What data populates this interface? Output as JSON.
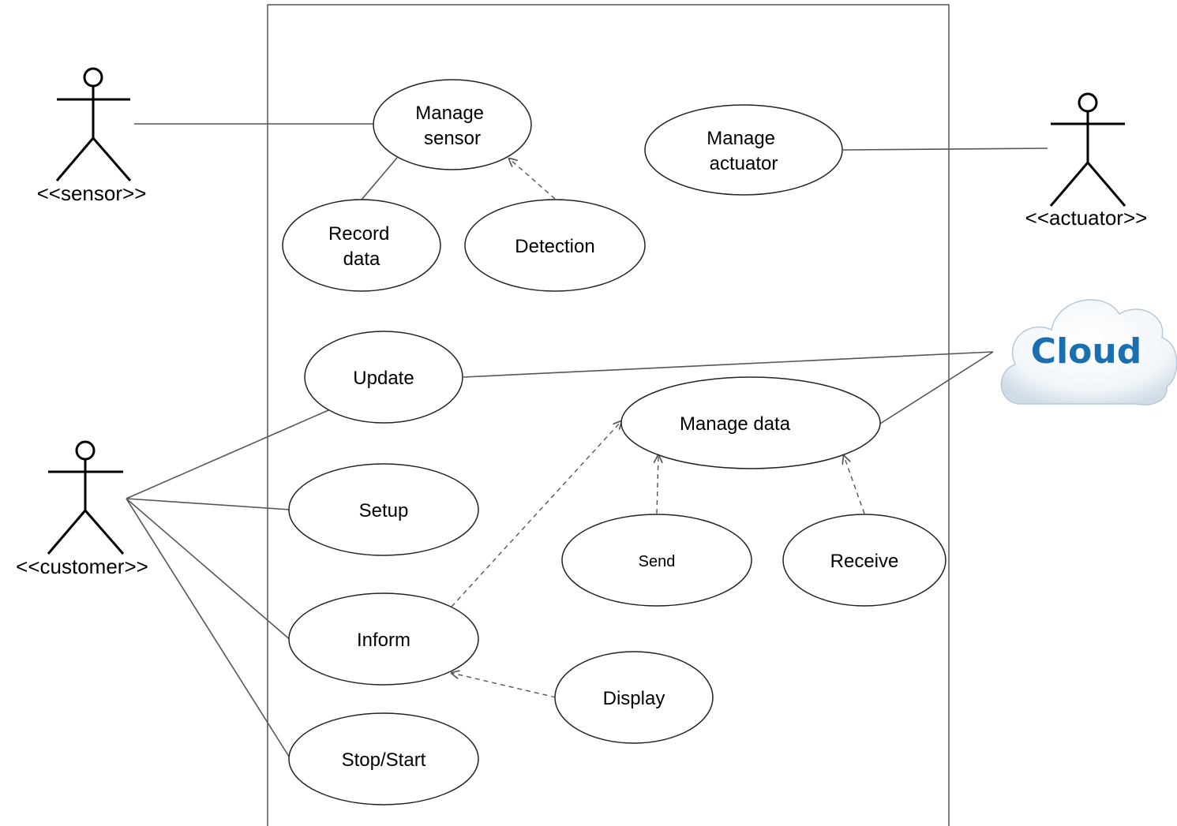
{
  "actors": {
    "sensor": "<<sensor>>",
    "actuator": "<<actuator>>",
    "customer": "<<customer>>",
    "cloud": "Cloud"
  },
  "use_cases": {
    "manage_sensor": [
      "Manage",
      "sensor"
    ],
    "manage_actuator": [
      "Manage",
      "actuator"
    ],
    "record_data": [
      "Record",
      "data"
    ],
    "detection": "Detection",
    "update": "Update",
    "manage_data": "Manage data",
    "setup": "Setup",
    "send": "Send",
    "receive": "Receive",
    "inform": "Inform",
    "display": "Display",
    "stop_start": "Stop/Start"
  },
  "colors": {
    "line": "#555555",
    "ellipse_stroke": "#222222",
    "actor_stroke": "#000000",
    "cloud_text": "#1a6fb0"
  }
}
